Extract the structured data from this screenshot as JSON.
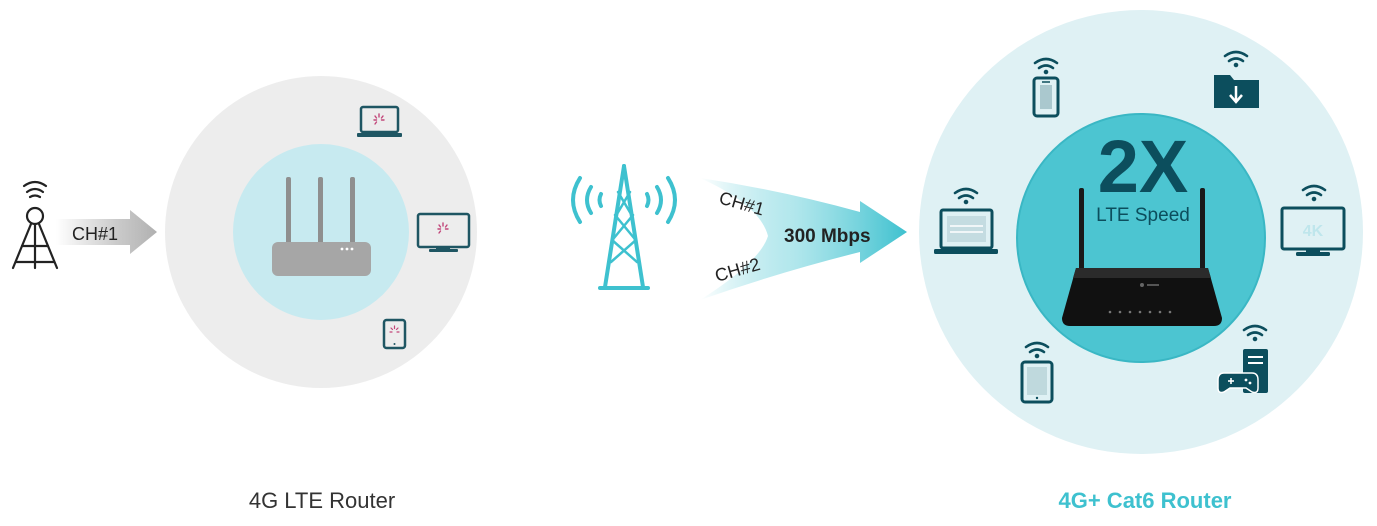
{
  "left": {
    "channel_label": "CH#1",
    "caption": "4G LTE Router"
  },
  "middle": {
    "channel_1": "CH#1",
    "channel_2": "CH#2",
    "speed_label": "300 Mbps"
  },
  "right": {
    "multiplier": "2X",
    "speed_caption": "LTE Speed",
    "monitor_badge": "4K",
    "caption": "4G+ Cat6 Router"
  },
  "colors": {
    "teal": "#3ec1cf",
    "dark_teal": "#0c4e5d",
    "light_teal_bg": "#dff1f4",
    "grey_bg": "#ededed",
    "router_grey": "#a6a6a6"
  },
  "icons": {
    "left": [
      "cell-tower-icon",
      "wifi-icon",
      "laptop-icon",
      "monitor-icon",
      "tablet-icon",
      "loading-spinner-icon"
    ],
    "right": [
      "wifi-icon",
      "phone-icon",
      "folder-download-icon",
      "laptop-icon",
      "monitor-icon",
      "tablet-icon",
      "game-console-icon"
    ]
  }
}
